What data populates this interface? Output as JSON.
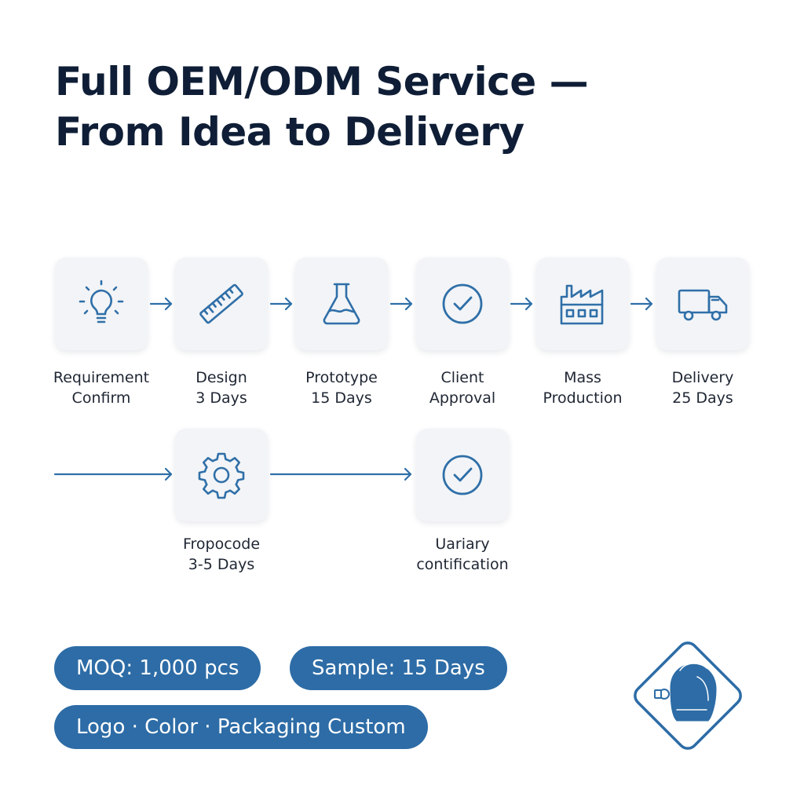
{
  "title": {
    "line1": "Full OEM/ODM Service —",
    "line2": "From Idea to Delivery"
  },
  "row1": [
    {
      "icon": "lightbulb-icon",
      "line1": "Requirement",
      "line2": "Confirm"
    },
    {
      "icon": "ruler-icon",
      "line1": "Design",
      "line2": "3 Days"
    },
    {
      "icon": "flask-icon",
      "line1": "Prototype",
      "line2": "15 Days"
    },
    {
      "icon": "check-circle-icon",
      "line1": "Client",
      "line2": "Approval"
    },
    {
      "icon": "factory-icon",
      "line1": "Mass",
      "line2": "Production"
    },
    {
      "icon": "truck-icon",
      "line1": "Delivery",
      "line2": "25 Days"
    }
  ],
  "row2": [
    {
      "icon": "gear-icon",
      "line1": "Fropocode",
      "line2": "3-5 Days"
    },
    {
      "icon": "check-circle-icon",
      "line1": "Uariary",
      "line2": "contification"
    }
  ],
  "pills": {
    "moq": "MOQ: 1,000 pcs",
    "sample": "Sample: 15 Days",
    "custom": "Logo · Color · Packaging Custom"
  },
  "badge_icon": "product-badge-icon",
  "colors": {
    "accent": "#2d6ca6",
    "icon_stroke": "#2f6fa8",
    "title": "#0f1e36",
    "tile_bg": "#f2f4f7"
  }
}
